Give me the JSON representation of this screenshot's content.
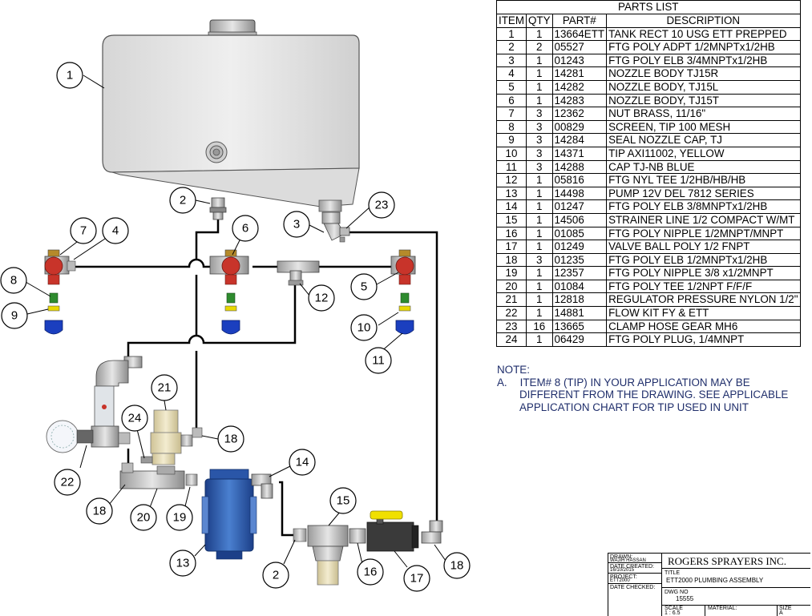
{
  "parts_list": {
    "title": "PARTS LIST",
    "headers": [
      "ITEM",
      "QTY",
      "PART#",
      "DESCRIPTION"
    ],
    "rows": [
      [
        "1",
        "1",
        "13664ETT",
        "TANK RECT 10 USG ETT PREPPED"
      ],
      [
        "2",
        "2",
        "05527",
        "FTG POLY ADPT 1/2MNPTx1/2HB"
      ],
      [
        "3",
        "1",
        "01243",
        "FTG POLY ELB 3/4MNPTx1/2HB"
      ],
      [
        "4",
        "1",
        "14281",
        "NOZZLE BODY TJ15R"
      ],
      [
        "5",
        "1",
        "14282",
        "NOZZLE BODY, TJ15L"
      ],
      [
        "6",
        "1",
        "14283",
        "NOZZLE BODY, TJ15T"
      ],
      [
        "7",
        "3",
        "12362",
        "NUT BRASS, 11/16\""
      ],
      [
        "8",
        "3",
        "00829",
        "SCREEN, TIP 100 MESH"
      ],
      [
        "9",
        "3",
        "14284",
        "SEAL NOZZLE CAP, TJ"
      ],
      [
        "10",
        "3",
        "14371",
        "TIP AXI11002, YELLOW"
      ],
      [
        "11",
        "3",
        "14288",
        "CAP TJ-NB BLUE"
      ],
      [
        "12",
        "1",
        "05816",
        "FTG NYL TEE 1/2HB/HB/HB"
      ],
      [
        "13",
        "1",
        "14498",
        "PUMP 12V DEL 7812 SERIES"
      ],
      [
        "14",
        "1",
        "01247",
        "FTG POLY ELB 3/8MNPTx1/2HB"
      ],
      [
        "15",
        "1",
        "14506",
        "STRAINER LINE 1/2 COMPACT W/MT"
      ],
      [
        "16",
        "1",
        "01085",
        "FTG POLY NIPPLE 1/2MNPT/MNPT"
      ],
      [
        "17",
        "1",
        "01249",
        "VALVE BALL POLY 1/2 FNPT"
      ],
      [
        "18",
        "3",
        "01235",
        "FTG POLY ELB 1/2MNPTx1/2HB"
      ],
      [
        "19",
        "1",
        "12357",
        "FTG POLY NIPPLE 3/8 x1/2MNPT"
      ],
      [
        "20",
        "1",
        "01084",
        "FTG POLY TEE 1/2NPT F/F/F"
      ],
      [
        "21",
        "1",
        "12818",
        "REGULATOR PRESSURE NYLON 1/2\""
      ],
      [
        "22",
        "1",
        "14881",
        "FLOW KIT FY & ETT"
      ],
      [
        "23",
        "16",
        "13665",
        "CLAMP HOSE GEAR MH6"
      ],
      [
        "24",
        "1",
        "06429",
        "FTG POLY PLUG, 1/4MNPT"
      ]
    ]
  },
  "note": {
    "heading": "NOTE:",
    "marker": "A.",
    "lines": [
      "ITEM# 8 (TIP) IN YOUR APPLICATION MAY BE",
      "DIFFERENT FROM THE DRAWING. SEE APPLICABLE",
      "APPLICATION CHART FOR TIP USED IN UNIT"
    ]
  },
  "title_block": {
    "drawn_label": "DRAWN:",
    "drawn_by": "WAJIH HASSAN",
    "date_created_label": "DATE CREATED:",
    "date_created": "16/10/2015",
    "project_label": "PROJECT:",
    "project": "ETT2000",
    "date_checked_label": "DATE CHECKED:",
    "company": "ROGERS SPRAYERS INC.",
    "title_label": "TITLE",
    "title": "ETT2000 PLUMBING ASSEMBLY",
    "dwg_label": "DWG NO",
    "dwg_no": "15555",
    "scale_label": "SCALE",
    "scale": "1 : 6.5",
    "material_label": "MATERIAL:",
    "size_label": "SIZE",
    "size": "A"
  },
  "balloons": [
    "1",
    "2",
    "3",
    "23",
    "7",
    "4",
    "6",
    "8",
    "9",
    "5",
    "12",
    "10",
    "11",
    "21",
    "24",
    "18",
    "22",
    "18",
    "20",
    "19",
    "14",
    "15",
    "13",
    "2",
    "16",
    "17",
    "18"
  ],
  "colors": {
    "tank_fill": "#e8e8e8",
    "nozzle_red": "#c8342a",
    "cap_blue": "#1b3fbf",
    "screen_green": "#2e8b2e",
    "tip_yellow": "#e8d800",
    "pump_blue": "#3766b8",
    "regulator_beige": "#e9e0b8",
    "valve_yellow": "#f0e000",
    "note_blue": "#1f2e6b"
  }
}
